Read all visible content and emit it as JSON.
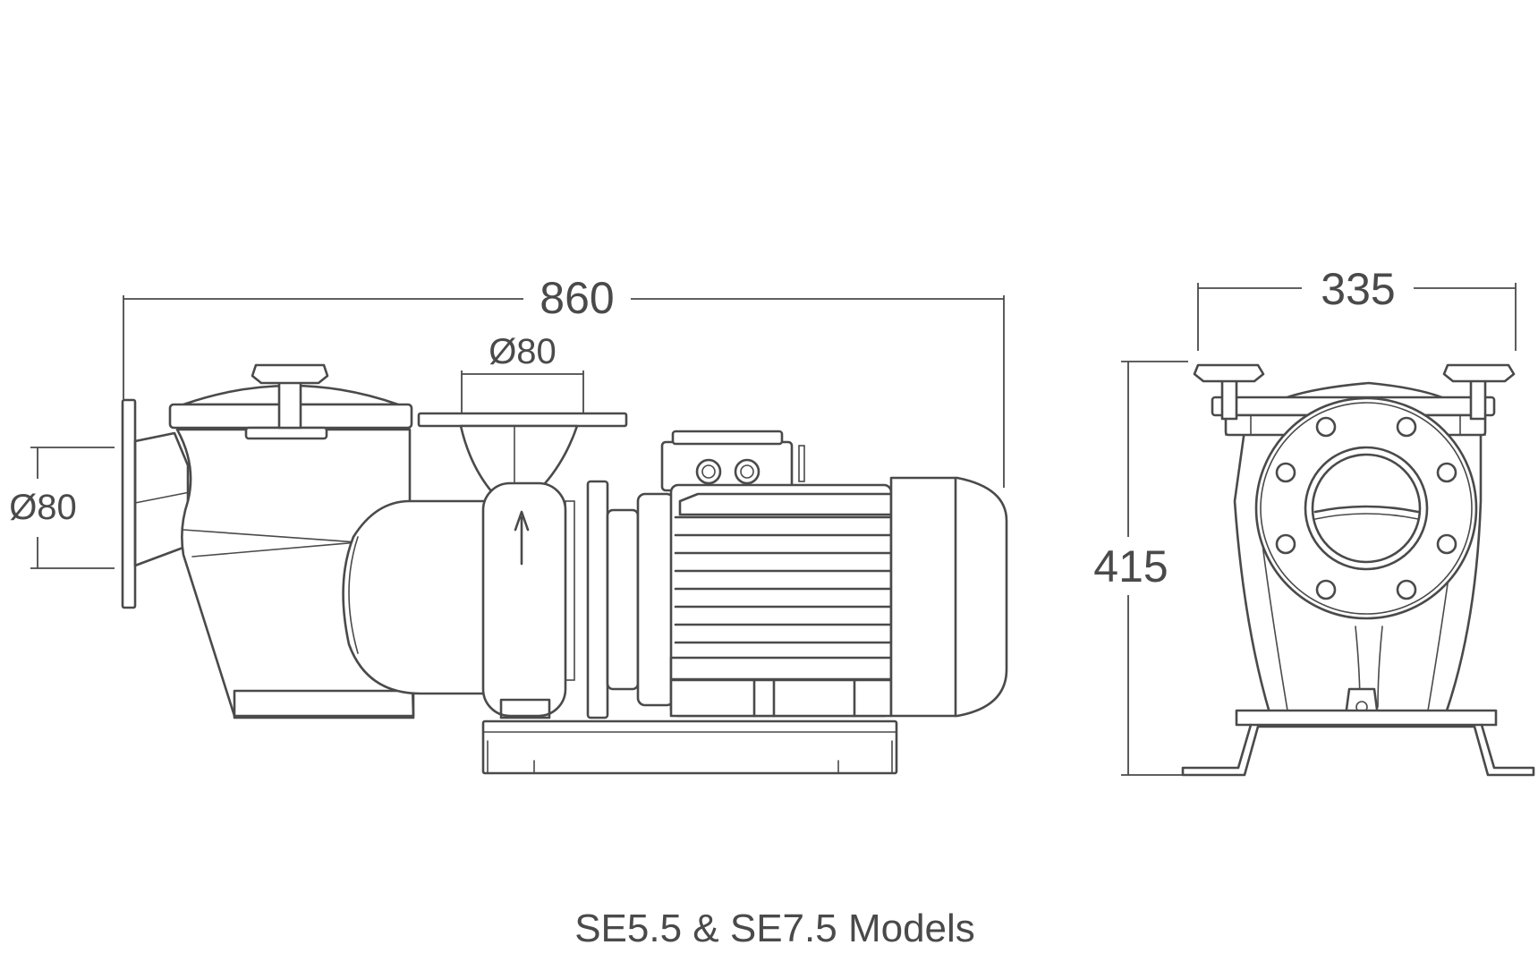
{
  "dimensions": {
    "overall_length": "860",
    "outlet_diameter": "Ø80",
    "inlet_diameter": "Ø80",
    "width": "335",
    "height": "415"
  },
  "caption": "SE5.5 & SE7.5 Models",
  "colors": {
    "line": "#4a4a4a",
    "background": "#ffffff"
  }
}
